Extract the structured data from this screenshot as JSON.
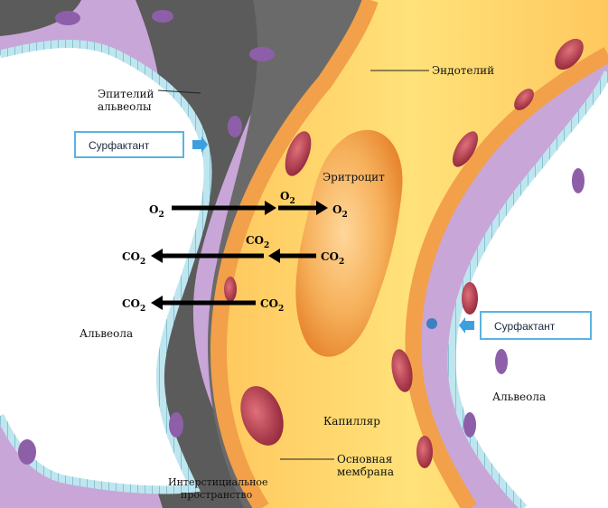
{
  "labels": {
    "endothelium": "Эндотелий",
    "alveolar_epithelium_line1": "Эпителий",
    "alveolar_epithelium_line2": "альвеолы",
    "erythrocyte": "Эритроцит",
    "alveolus_left": "Альвеола",
    "alveolus_right": "Альвеола",
    "capillary": "Капилляр",
    "basement_membrane_line1": "Основная",
    "basement_membrane_line2": "мембрана",
    "interstitial_line1": "Интерстициальное",
    "interstitial_line2": "пространство"
  },
  "surfactant": {
    "left_label": "Сурфактант",
    "right_label": "Сурфактант"
  },
  "gas_exchange": [
    {
      "from_formula": "O",
      "from_sub": "2",
      "to_formula": "O",
      "to_sub": "2",
      "mid_formula": "O",
      "mid_sub": "2"
    },
    {
      "from_formula": "CO",
      "from_sub": "2",
      "mid_formula": "CO",
      "mid_sub": "2"
    },
    {
      "from_formula": "CO",
      "from_sub": "2",
      "mid_formula": "CO",
      "mid_sub": "2"
    }
  ],
  "colors": {
    "lavender": "#c9a6d8",
    "lavender_dark": "#a77bbd",
    "interstitial": "#5a5a5a",
    "capillary_fill": "#ffd86a",
    "capillary_edge": "#f2a04a",
    "erythrocyte": "#f2a046",
    "nucleus": "#b33a4c",
    "epithelium_line": "#7ec8d8",
    "surfactant_box_border": "#5ab4e0"
  }
}
